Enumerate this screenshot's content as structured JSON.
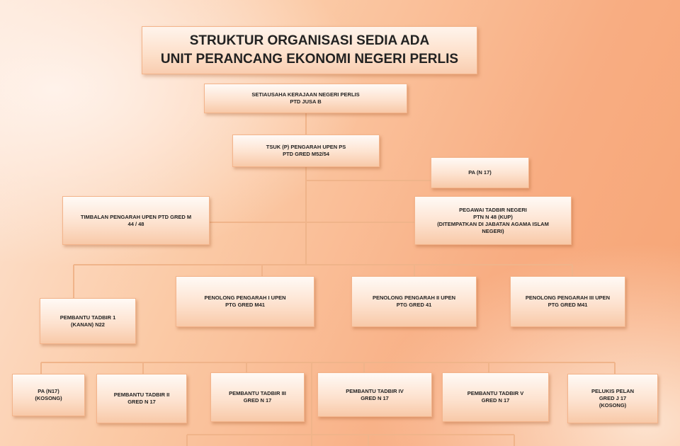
{
  "title": {
    "line1": "STRUKTUR ORGANISASI SEDIA ADA",
    "line2": "UNIT PERANCANG EKONOMI NEGERI PERLIS"
  },
  "nodes": {
    "setiausaha": {
      "line1": "SETIAUSAHA KERAJAAN NEGERI PERLIS",
      "line2": "PTD JUSA B"
    },
    "tsuk": {
      "line1": "TSUK (P) PENGARAH UPEN PS",
      "line2": "PTD GRED M52/54"
    },
    "pa_top": {
      "line1": "PA (N 17)"
    },
    "timbalan": {
      "line1": "TIMBALAN PENGARAH UPEN PTD GRED M",
      "line2": "44 / 48"
    },
    "pegawai_tadbir": {
      "line1": "PEGAWAI TADBIR NEGERI",
      "line2": "PTN N 48 (KUP)",
      "line3": "(DITEMPATKAN DI JABATAN AGAMA ISLAM",
      "line4": "NEGERI)"
    },
    "penolong_1": {
      "line1": "PENOLONG PENGARAH I UPEN",
      "line2": "PTG GRED M41"
    },
    "penolong_2": {
      "line1": "PENOLONG PENGARAH II UPEN",
      "line2": "PTG GRED 41"
    },
    "penolong_3": {
      "line1": "PENOLONG PENGARAH III UPEN",
      "line2": "PTG GRED M41"
    },
    "pembantu_1": {
      "line1": "PEMBANTU TADBIR 1",
      "line2": "(KANAN) N22"
    },
    "pa_kosong": {
      "line1": "PA (N17)",
      "line2": "(KOSONG)"
    },
    "pembantu_2": {
      "line1": "PEMBANTU TADBIR II",
      "line2": "GRED N 17"
    },
    "pembantu_3": {
      "line1": "PEMBANTU TADBIR III",
      "line2": "GRED N 17"
    },
    "pembantu_4": {
      "line1": "PEMBANTU TADBIR IV",
      "line2": "GRED N 17"
    },
    "pembantu_5": {
      "line1": "PEMBANTU TADBIR V",
      "line2": "GRED N 17"
    },
    "pelukis": {
      "line1": "PELUKIS PELAN",
      "line2": "GRED J 17",
      "line3": "(KOSONG)"
    }
  },
  "colors": {
    "connector": "#f0b48a",
    "box_border": "#f3b48b",
    "text": "#222222"
  }
}
